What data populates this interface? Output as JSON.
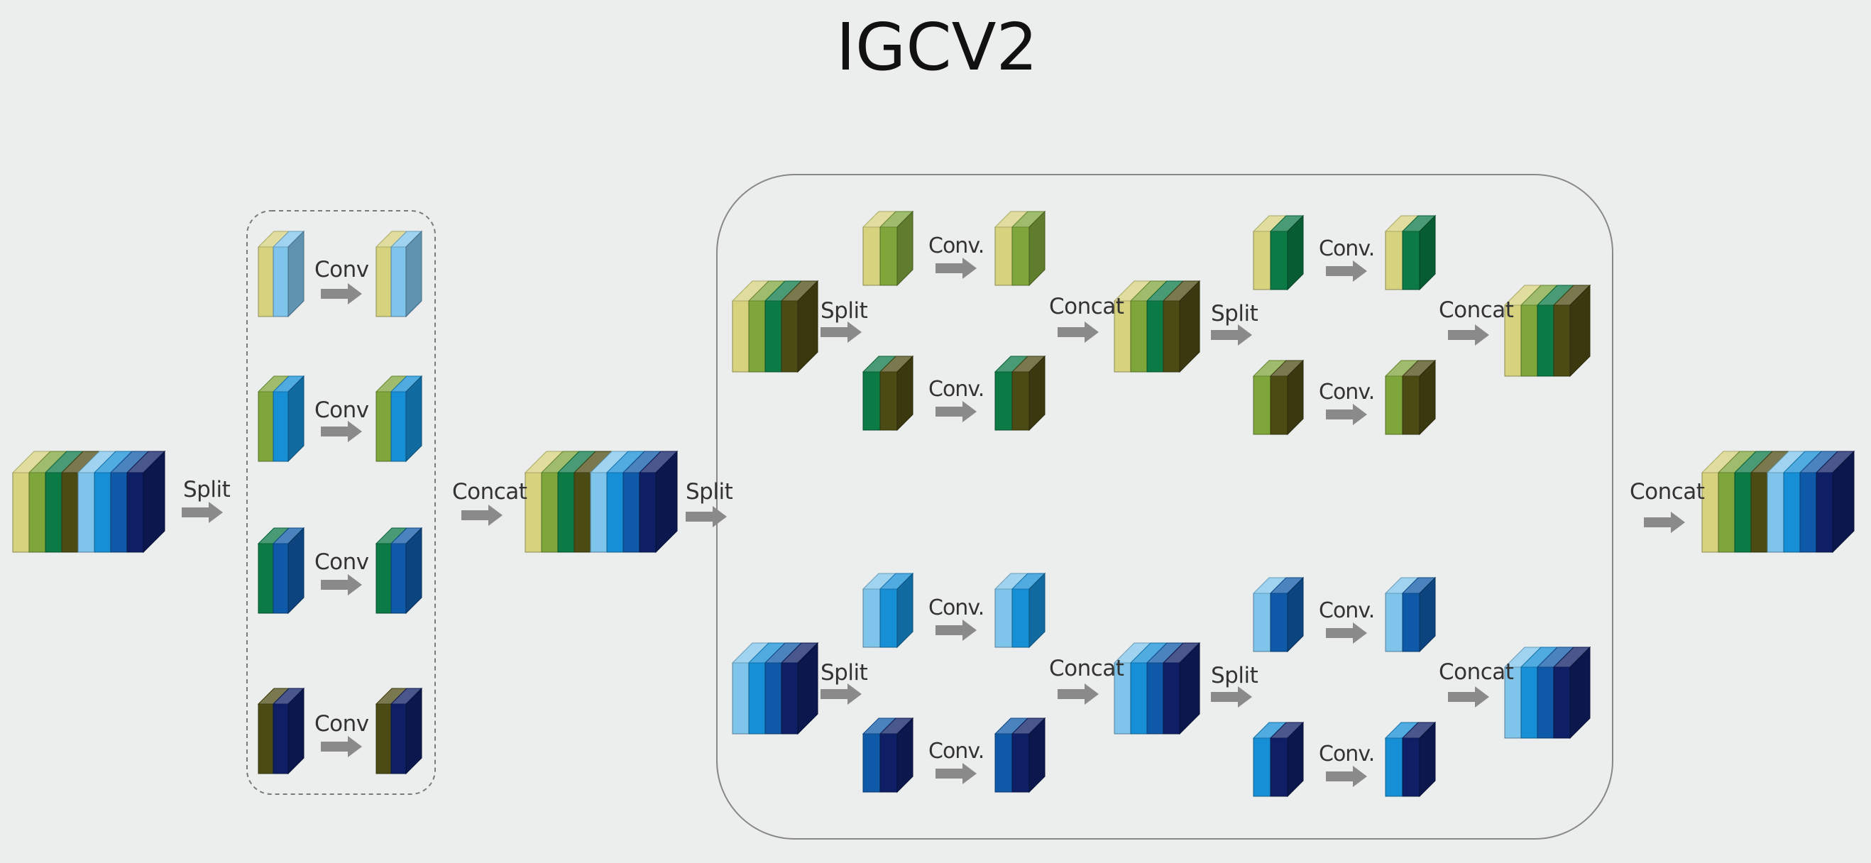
{
  "title": "IGCV2",
  "labels": {
    "split": "Split",
    "concat": "Concat",
    "conv": "Conv",
    "conv_dot": "Conv."
  },
  "colors": {
    "yellow": "#d6d27e",
    "lime": "#7ea63a",
    "green": "#0b7a45",
    "olive": "#4c4b14",
    "light_blue": "#7fc4ea",
    "blue": "#168fd6",
    "mid_blue": "#0f5aa8",
    "navy": "#0e1f66",
    "arrow": "#8a8a8a",
    "box_border": "#7a7a7a"
  }
}
